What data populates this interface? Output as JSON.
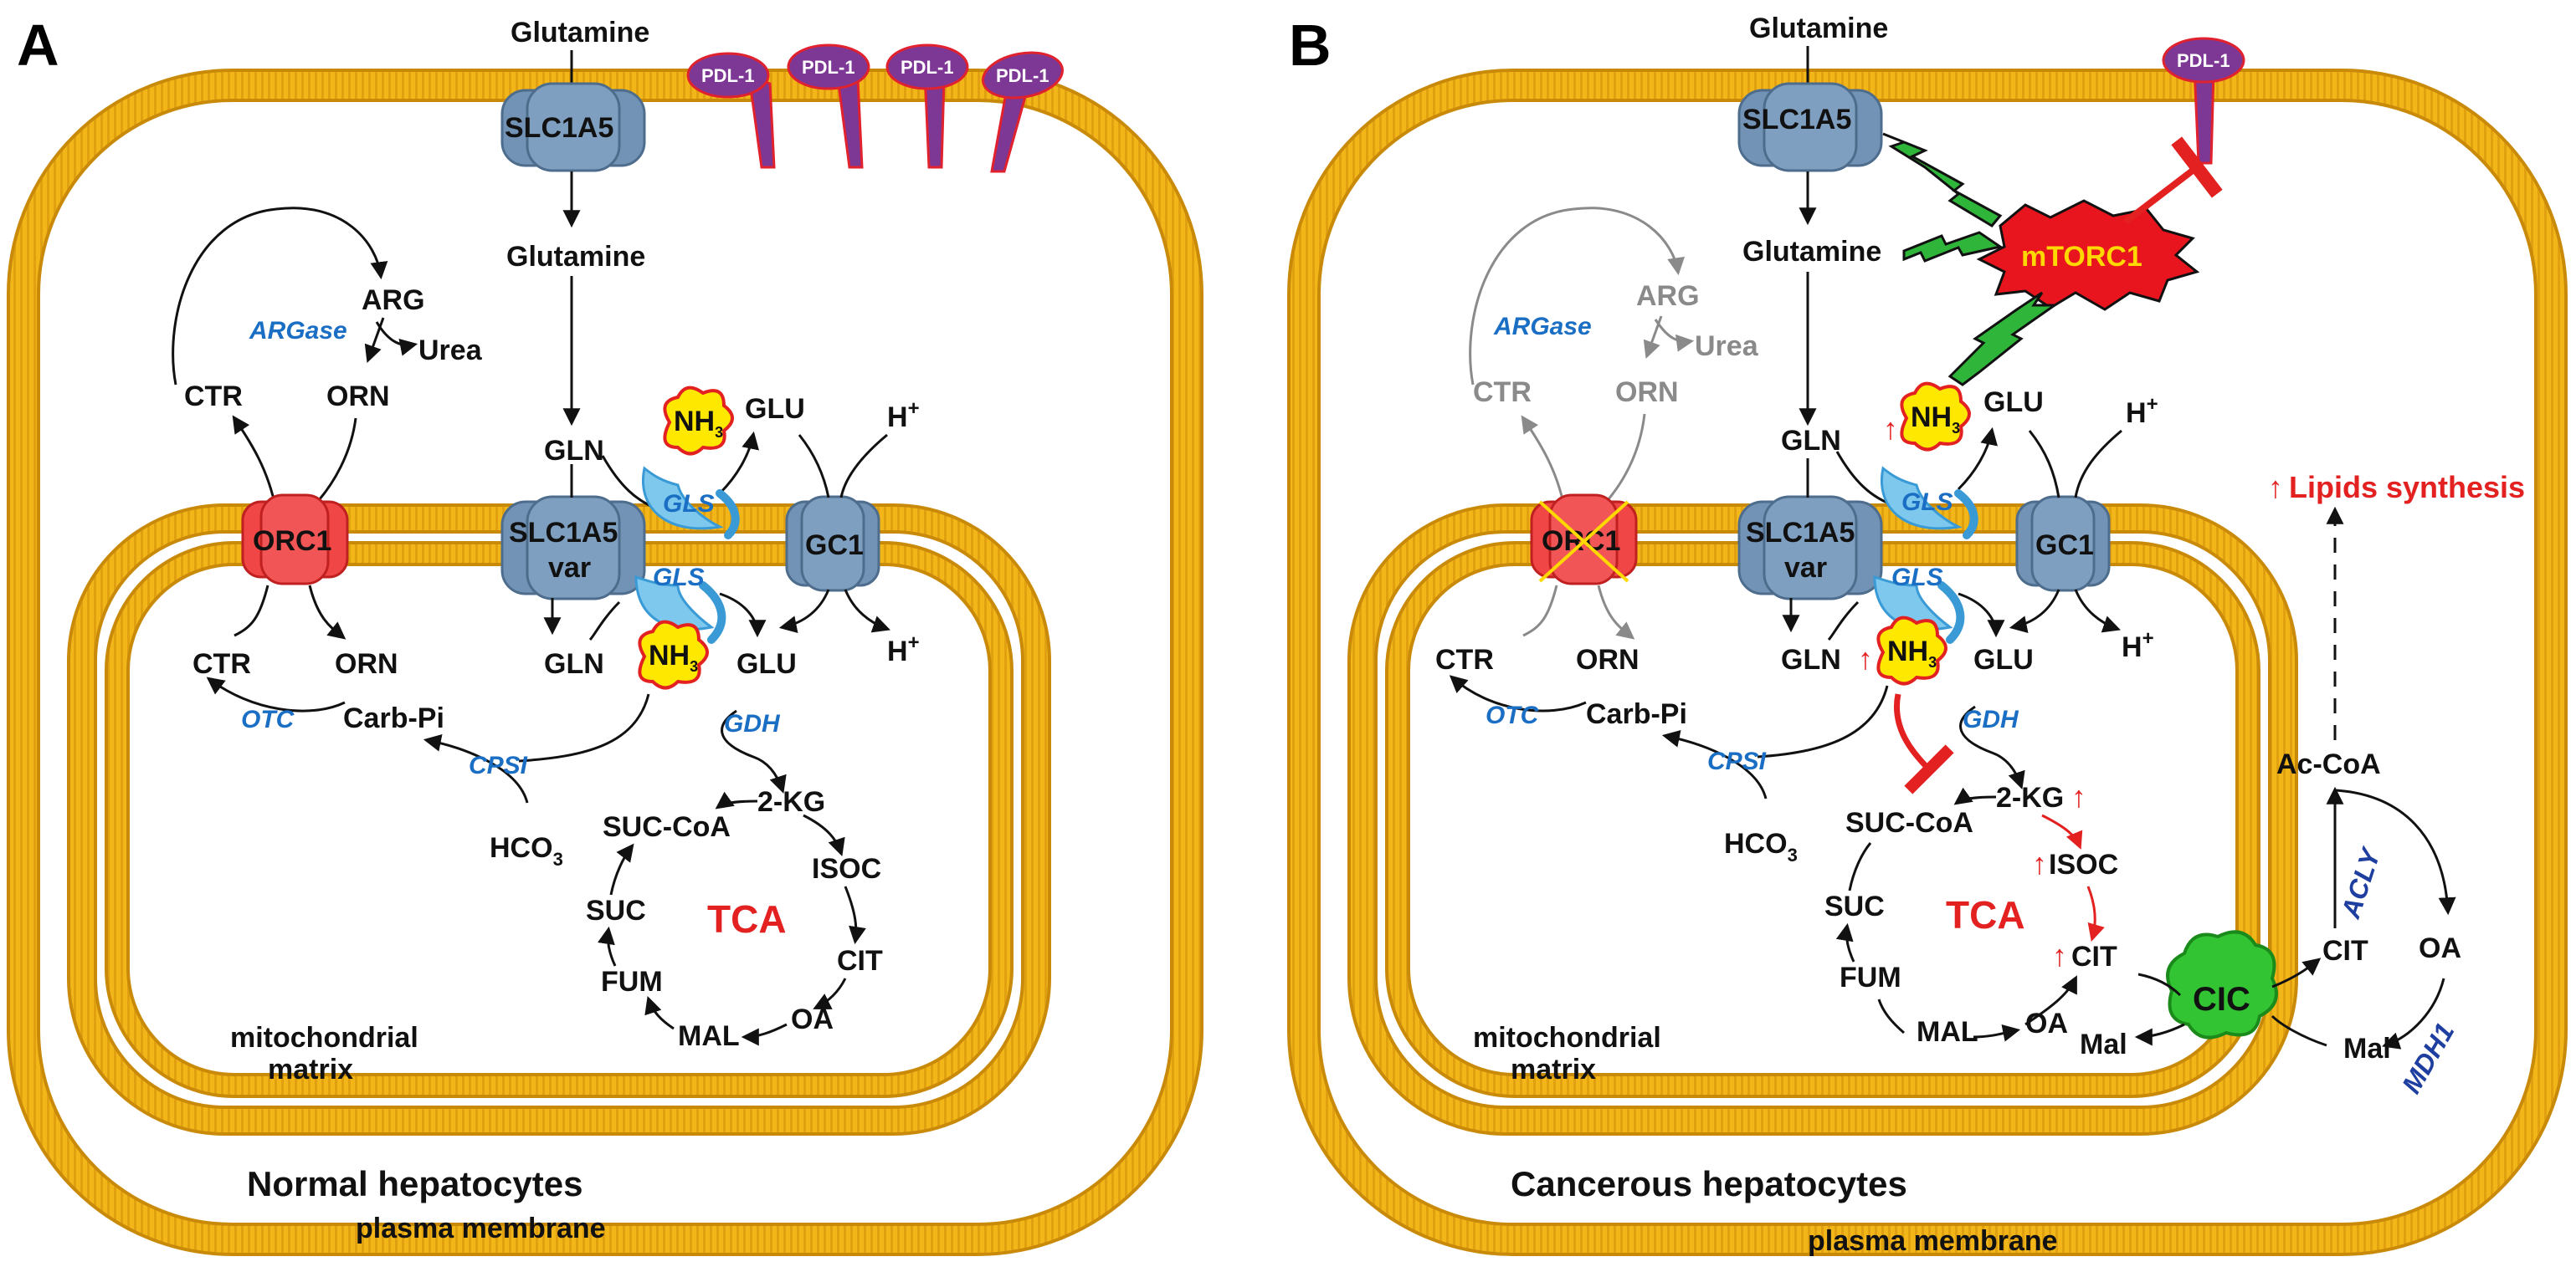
{
  "panel_a": {
    "label": "A",
    "title": "Normal hepatocytes",
    "membrane": "plasma membrane",
    "matrix_line1": "mitochondrial",
    "matrix_line2": "matrix",
    "glutamine_out": "Glutamine",
    "glutamine_in": "Glutamine",
    "slc1a5": "SLC1A5",
    "slc1a5var_1": "SLC1A5",
    "slc1a5var_2": "var",
    "pdl1": [
      "PDL-1",
      "PDL-1",
      "PDL-1",
      "PDL-1"
    ],
    "arg": "ARG",
    "argase": "ARGase",
    "urea": "Urea",
    "ctr_top": "CTR",
    "orn_top": "ORN",
    "orc1": "ORC1",
    "gln_top": "GLN",
    "nh3_top": "NH",
    "nh3_sub": "3",
    "glu_top": "GLU",
    "hplus_top": "H",
    "plus": "+",
    "gls_top": "GLS",
    "gls_bot": "GLS",
    "gc1": "GC1",
    "hplus_bot": "H",
    "ctr_bot": "CTR",
    "orn_bot": "ORN",
    "otc": "OTC",
    "carbpi": "Carb-Pi",
    "cpsi": "CPSI",
    "hco3": "HCO",
    "hco3_sub": "3",
    "gln_bot": "GLN",
    "nh3_bot": "NH",
    "glu_bot": "GLU",
    "gdh": "GDH",
    "twokg": "2-KG",
    "succoa": "SUC-CoA",
    "isoc": "ISOC",
    "suc": "SUC",
    "tca": "TCA",
    "cit": "CIT",
    "fum": "FUM",
    "mal": "MAL",
    "oa": "OA"
  },
  "panel_b": {
    "label": "B",
    "title": "Cancerous hepatocytes",
    "membrane": "plasma membrane",
    "matrix_line1": "mitochondrial",
    "matrix_line2": "matrix",
    "glutamine_out": "Glutamine",
    "glutamine_in": "Glutamine",
    "slc1a5": "SLC1A5",
    "slc1a5var_1": "SLC1A5",
    "slc1a5var_2": "var",
    "pdl1": "PDL-1",
    "mtorc1": "mTORC1",
    "arg": "ARG",
    "argase": "ARGase",
    "urea": "Urea",
    "ctr_top": "CTR",
    "orn_top": "ORN",
    "orc1": "ORC1",
    "gln_top": "GLN",
    "nh3_top": "NH",
    "nh3_sub": "3",
    "glu_top": "GLU",
    "hplus_top": "H",
    "plus": "+",
    "gls_top": "GLS",
    "gls_bot": "GLS",
    "gc1": "GC1",
    "hplus_bot": "H",
    "lipids": "Lipids synthesis",
    "ctr_bot": "CTR",
    "orn_bot": "ORN",
    "otc": "OTC",
    "carbpi": "Carb-Pi",
    "cpsi": "CPSI",
    "hco3": "HCO",
    "hco3_sub": "3",
    "gln_bot": "GLN",
    "nh3_bot": "NH",
    "glu_bot": "GLU",
    "gdh": "GDH",
    "twokg": "2-KG",
    "succoa": "SUC-CoA",
    "isoc": "ISOC",
    "suc": "SUC",
    "tca": "TCA",
    "cit": "CIT",
    "fum": "FUM",
    "mal": "MAL",
    "oa": "OA",
    "cic": "CIC",
    "mal_small": "Mal",
    "cit_cyto": "CIT",
    "oa_cyto": "OA",
    "mal_cyto": "Mal",
    "accoa": "Ac-CoA",
    "acly": "ACLY",
    "mdh1": "MDH1",
    "up_arrow": "↑"
  },
  "colors": {
    "membrane": "#f2b619",
    "membrane_dark": "#c98a0a",
    "transporter": "#7293b5",
    "orc1": "#f04646",
    "pdl1": "#7d3795",
    "pdl1_outline": "#e0212e",
    "gls": "#7ec8ee",
    "nh3": "#ffe800",
    "mtorc1": "#e8141e",
    "bolt": "#2fb53a",
    "cic": "#33c433",
    "red": "#e32121",
    "enzyme": "#1a6fc4"
  }
}
